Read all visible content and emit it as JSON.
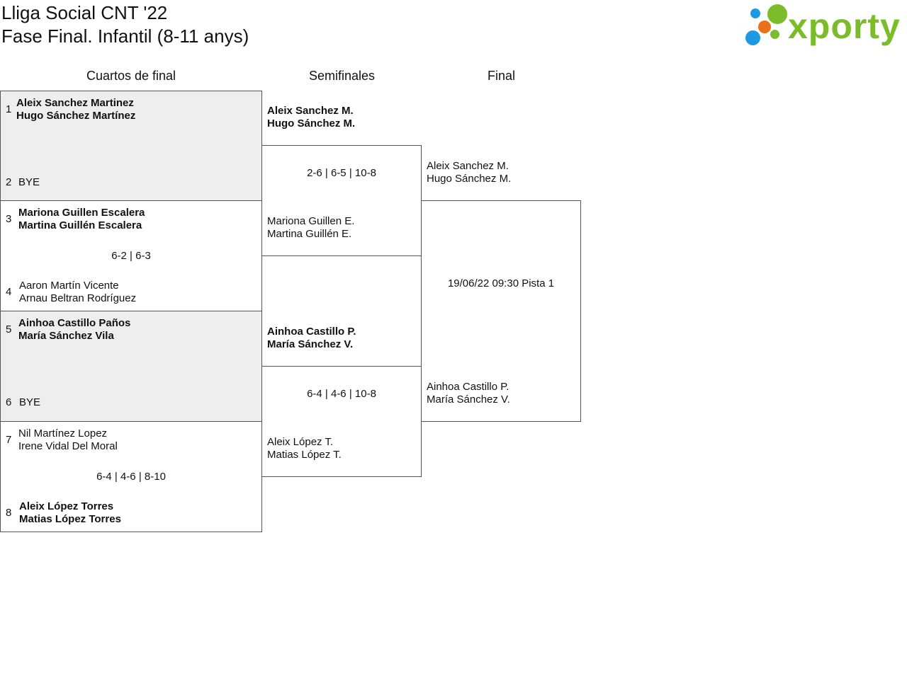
{
  "header": {
    "title_line1": "Lliga Social CNT '22",
    "title_line2": "Fase Final. Infantil (8-11 anys)",
    "logo_text": "xporty"
  },
  "rounds": [
    "Cuartos de final",
    "Semifinales",
    "Final"
  ],
  "quarterfinals": [
    {
      "top": {
        "seed": "1",
        "p1": "Aleix Sanchez Martinez",
        "p2": "Hugo Sánchez Martínez"
      },
      "bottom": {
        "seed": "2",
        "p1": "BYE",
        "p2": ""
      },
      "score": ""
    },
    {
      "top": {
        "seed": "3",
        "p1": "Mariona Guillen Escalera",
        "p2": "Martina Guillén Escalera"
      },
      "bottom": {
        "seed": "4",
        "p1": "Aaron Martín Vicente",
        "p2": "Arnau Beltran Rodríguez"
      },
      "score": "6-2 | 6-3"
    },
    {
      "top": {
        "seed": "5",
        "p1": "Ainhoa Castillo Paños",
        "p2": "María Sánchez Vila"
      },
      "bottom": {
        "seed": "6",
        "p1": "BYE",
        "p2": ""
      },
      "score": ""
    },
    {
      "top": {
        "seed": "7",
        "p1": "Nil Martínez Lopez",
        "p2": "Irene Vidal Del Moral"
      },
      "bottom": {
        "seed": "8",
        "p1": "Aleix López Torres",
        "p2": "Matias López Torres"
      },
      "score": "6-4 | 4-6 | 8-10"
    }
  ],
  "semifinals": [
    {
      "top": {
        "p1": "Aleix Sanchez M.",
        "p2": "Hugo Sánchez M."
      },
      "bottom": {
        "p1": "Mariona Guillen E.",
        "p2": "Martina Guillén E."
      },
      "score": "2-6 | 6-5 | 10-8"
    },
    {
      "top": {
        "p1": "Ainhoa Castillo P.",
        "p2": "María Sánchez V."
      },
      "bottom": {
        "p1": "Aleix López T.",
        "p2": "Matias López T."
      },
      "score": "6-4 | 4-6 | 10-8"
    }
  ],
  "final": {
    "top": {
      "p1": "Aleix Sanchez M.",
      "p2": "Hugo Sánchez M."
    },
    "bottom": {
      "p1": "Ainhoa Castillo P.",
      "p2": "María Sánchez V."
    },
    "schedule": "19/06/22 09:30 Pista 1"
  },
  "colors": {
    "logo_green": "#7cbc2a",
    "logo_blue": "#1e9be0",
    "logo_orange": "#e8711a",
    "bye_box_background": "#eeeeee",
    "border": "#555555"
  },
  "icons": {
    "logo_dots": "colored-circles"
  }
}
